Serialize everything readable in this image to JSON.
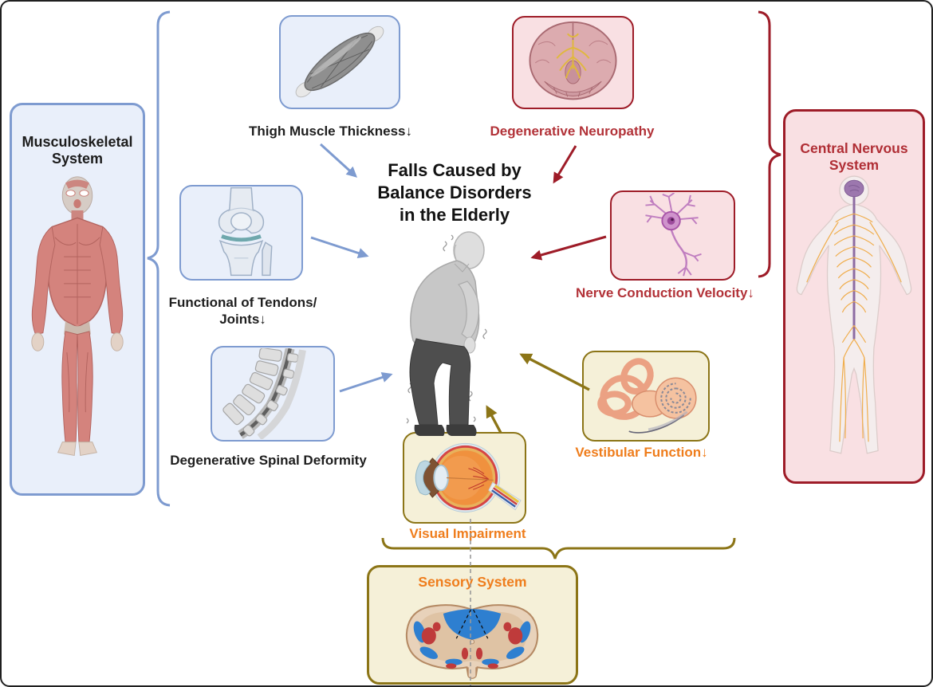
{
  "figure_title": {
    "line1": "Falls Caused by",
    "line2": "Balance Disorders",
    "line3": "in the Elderly"
  },
  "systems": {
    "musculoskeletal": {
      "name": "Musculoskeletal System",
      "accent_color": "#7e9bd0",
      "box_fill": "#e9effa",
      "factors": {
        "thigh": "Thigh  Muscle Thickness↓",
        "tendons_line1": "Functional of Tendons/",
        "tendons_line2": "Joints↓",
        "spine": "Degenerative Spinal Deformity"
      }
    },
    "central_nervous": {
      "name": "Central Nervous System",
      "accent_color": "#9e1c28",
      "box_fill": "#f9e0e3",
      "text_color": "#b23238",
      "factors": {
        "neuropathy": "Degenerative Neuropathy",
        "conduction": "Nerve Conduction Velocity↓"
      }
    },
    "sensory": {
      "name": "Sensory System",
      "accent_color": "#8c7517",
      "box_fill": "#f5f0d8",
      "text_color": "#ef7d1c",
      "factors": {
        "visual": "Visual Impairment",
        "vestibular": "Vestibular Function↓"
      }
    }
  },
  "icons": [
    "muscular-body-icon",
    "thigh-muscle-icon",
    "knee-joint-icon",
    "spine-icon",
    "brain-icon",
    "neuron-icon",
    "nervous-system-body-icon",
    "eye-icon",
    "vestibular-organ-icon",
    "spinal-cord-cross-section-icon",
    "elderly-man-icon"
  ]
}
